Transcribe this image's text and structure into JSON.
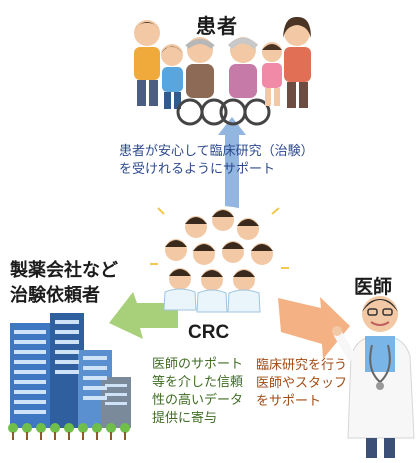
{
  "labels": {
    "patients": "患者",
    "sponsor": [
      "製薬会社など",
      "治験依頼者"
    ],
    "doctor": "医師",
    "crc": "CRC"
  },
  "captions": {
    "patient_support": [
      "患者が安心して臨床研究（治験）",
      "を受けれるようにサポート"
    ],
    "sponsor_support": [
      "医師のサポート",
      "等を介した信頼",
      "性の高いデータ",
      "提供に寄与"
    ],
    "doctor_support": [
      "臨床研究を行う",
      "医師やスタッフ",
      "をサポート"
    ]
  },
  "colors": {
    "up_arrow": "#93b6e0",
    "left_arrow": "#a8d07a",
    "right_arrow": "#f4b183",
    "patient_text": "#2e4a8e",
    "sponsor_text": "#3f6d24",
    "doctor_text": "#a24b14"
  }
}
